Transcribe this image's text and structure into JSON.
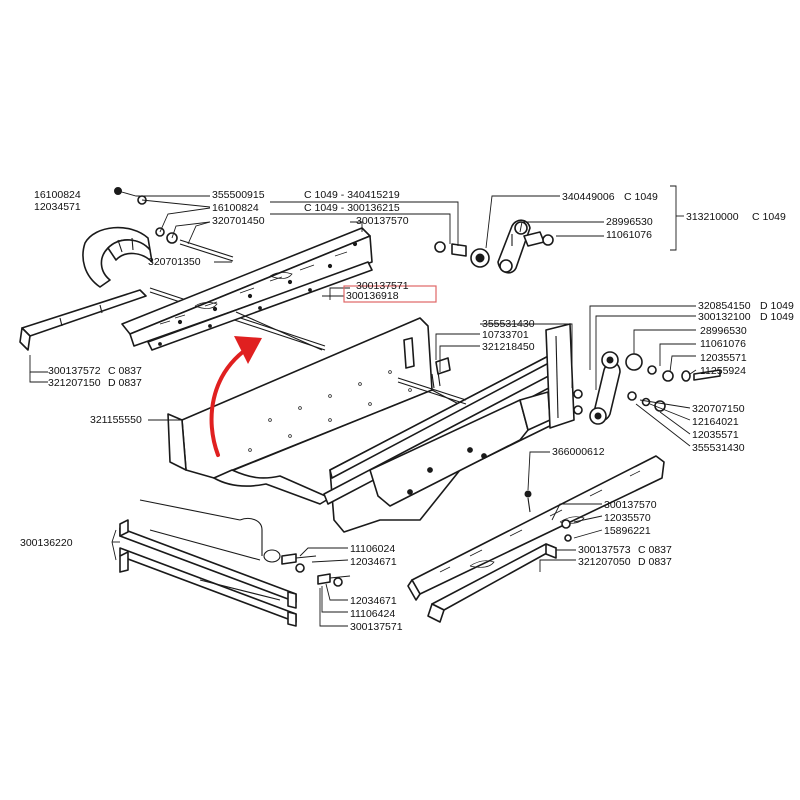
{
  "labels": {
    "l16100824a": "16100824",
    "l12034571": "12034571",
    "l355500915": "355500915",
    "l16100824b": "16100824",
    "l320701450": "320701450",
    "l320701350": "320701350",
    "lc1049_340415219": "C 1049 - 340415219",
    "lc1049_300136215": "C 1049 - 300136215",
    "l300137570a": "300137570",
    "l340449006": "340449006",
    "lc1049a": "C 1049",
    "l28996530a": "28996530",
    "l11061076a": "11061076",
    "l313210000": "313210000",
    "lc1049b": "C 1049",
    "l300137571a": "300137571",
    "l300136918": "300136918",
    "l300137572": "300137572",
    "lc0837a": "C 0837",
    "l321207150": "321207150",
    "ld0837a": "D 0837",
    "l321155550": "321155550",
    "l355531430a": "355531430",
    "l10733701": "10733701",
    "l321218450": "321218450",
    "l320854150": "320854150",
    "ld1049a": "D 1049",
    "l300132100": "300132100",
    "ld1049b": "D 1049",
    "l28996530b": "28996530",
    "l11061076b": "11061076",
    "l12035571a": "12035571",
    "l11255924": "11255924",
    "l320707150": "320707150",
    "l12164021": "12164021",
    "l12035571b": "12035571",
    "l355531430b": "355531430",
    "l366000612": "366000612",
    "l300137570b": "300137570",
    "l12035570": "12035570",
    "l15896221": "15896221",
    "l300137573": "300137573",
    "lc0837b": "C 0837",
    "l321207050": "321207050",
    "ld0837b": "D 0837",
    "l300136220": "300136220",
    "l11106024": "11106024",
    "l12034671a": "12034671",
    "l12034671b": "12034671",
    "l11106424": "11106424",
    "l300137571b": "300137571"
  },
  "highlight": {
    "label": "300136918",
    "box_color": "#e06666"
  },
  "arrow": {
    "color": "#e02020"
  }
}
